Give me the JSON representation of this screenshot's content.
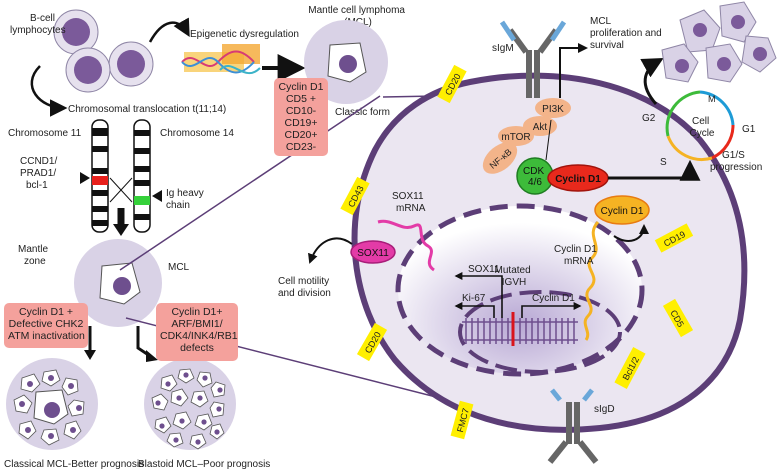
{
  "top": {
    "b_cell_label": [
      "B-cell",
      "lymphocytes"
    ],
    "epigenetic": "Epigenetic dysregulation",
    "translocation": "Chromosomal translocation t(11;14)",
    "mcl_title": [
      "Mantle cell lymphoma",
      "(MCL)"
    ],
    "classic_form": "Classic form",
    "proliferation": [
      "MCL",
      "proliferation and",
      "survival"
    ]
  },
  "chromosomes": {
    "chr11": "Chromosome 11",
    "chr14": "Chromosome 14",
    "ccnd1": [
      "CCND1/",
      "PRAD1/",
      "bcl-1"
    ],
    "igh": [
      "Ig heavy",
      "chain"
    ]
  },
  "boxes": {
    "classic_markers": [
      "Cyclin D1",
      "CD5 +",
      "CD10-",
      "CD19+",
      "CD20+",
      "CD23-"
    ],
    "defective": [
      "Cyclin D1 +",
      "Defective CHK2",
      "ATM inactivation"
    ],
    "arf": [
      "Cyclin D1+",
      "ARF/BMI1/",
      "CDK4/INK4/RB1",
      "defects"
    ]
  },
  "zone": {
    "mantle": [
      "Mantle",
      "zone"
    ],
    "mcl": "MCL"
  },
  "prognosis": {
    "classical": "Classical MCL-Better prognosis",
    "blastoid": "Blastoid MCL–Poor prognosis"
  },
  "cell": {
    "sigm": "sIgM",
    "sigd": "sIgD",
    "markers": [
      "CD20",
      "CD43",
      "CD19",
      "CD5",
      "Bcl1/2",
      "FMC7",
      "CD20"
    ],
    "pathway": [
      "PI3K",
      "Akt",
      "mTOR",
      "NF-κB"
    ],
    "cdk": [
      "CDK",
      "4/6"
    ],
    "cyclin_d1": "Cyclin D1",
    "cyclin_d1_small": "Cyclin D1",
    "cyclin_mrna": [
      "Cyclin D1",
      "mRNA"
    ],
    "sox11": "SOX11",
    "sox11_mrna": [
      "SOX11",
      "mRNA"
    ],
    "motility": [
      "Cell motility",
      "and division"
    ],
    "nuc_sox11": "SOX11",
    "mutated": [
      "Mutated",
      "IGVH"
    ],
    "ki67": "Ki-67",
    "nuc_cyclin": "Cyclin D1"
  },
  "cycle": {
    "center": [
      "Cell",
      "Cycle"
    ],
    "phases": [
      "M",
      "G1",
      "S",
      "G2"
    ],
    "g1s": [
      "G1/S",
      "progression"
    ]
  },
  "colors": {
    "cell_fill": "#d9d2e6",
    "nucleus_dark": "#6e4f8e",
    "membrane": "#5c3e77",
    "box": "#f4a19c",
    "marker_yellow": "#ffef00",
    "cyclin_red": "#e8291c",
    "cdk_green": "#3dbb3a",
    "pathway_peach": "#f3b48a",
    "sox11_magenta": "#e33ba7"
  }
}
